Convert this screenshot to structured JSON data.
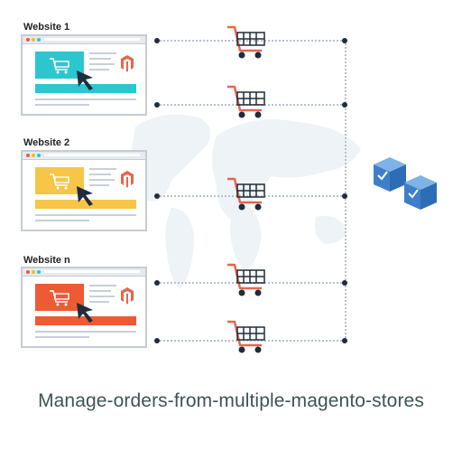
{
  "websites": [
    {
      "label": "Website 1",
      "accent": "#2cc6cf"
    },
    {
      "label": "Website 2",
      "accent": "#f7c548"
    },
    {
      "label": "Website n",
      "accent": "#ee5a34"
    }
  ],
  "caption": "Manage-orders-from-multiple-magento-stores",
  "colors": {
    "cart_red": "#e8654a",
    "cart_dark": "#1f2d3d",
    "box_blue": "#4a90d9",
    "dots": "#b8c2ca",
    "magento": "#e8654a"
  },
  "icons": [
    "shopping-cart-icon",
    "pointer-cursor-icon",
    "magento-logo-icon",
    "package-box-icon"
  ]
}
